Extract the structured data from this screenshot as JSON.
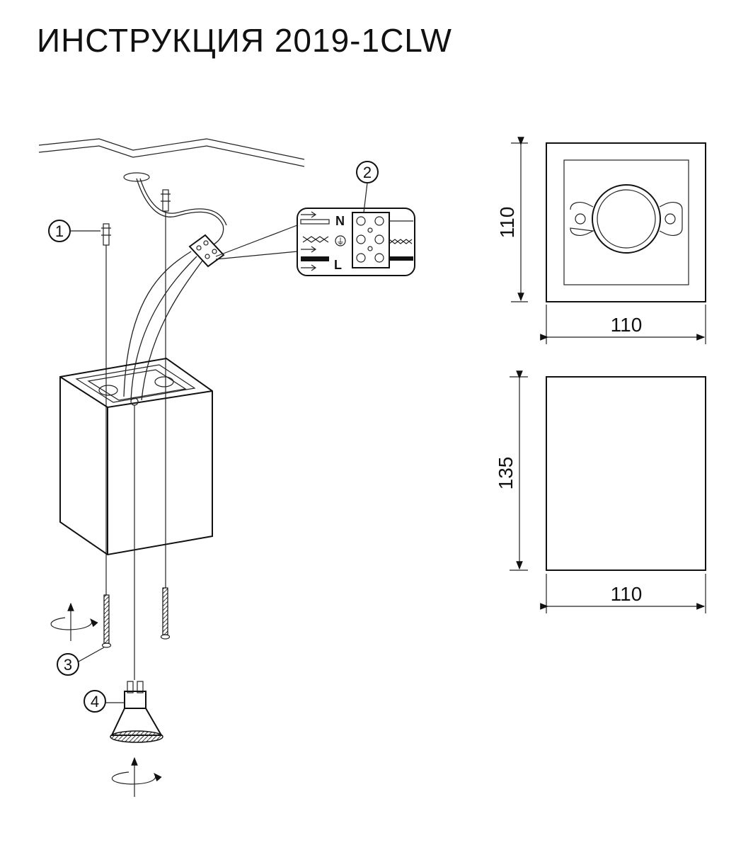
{
  "title": "ИНСТРУКЦИЯ 2019-1CLW",
  "callouts": {
    "anchor": "1",
    "terminal_block": "2",
    "screw": "3",
    "lamp": "4"
  },
  "terminal_labels": {
    "neutral": "N",
    "earth": "⏚",
    "live": "L"
  },
  "dimensions": {
    "top_view_height": "110",
    "top_view_width": "110",
    "side_view_height": "135",
    "side_view_width": "110"
  }
}
